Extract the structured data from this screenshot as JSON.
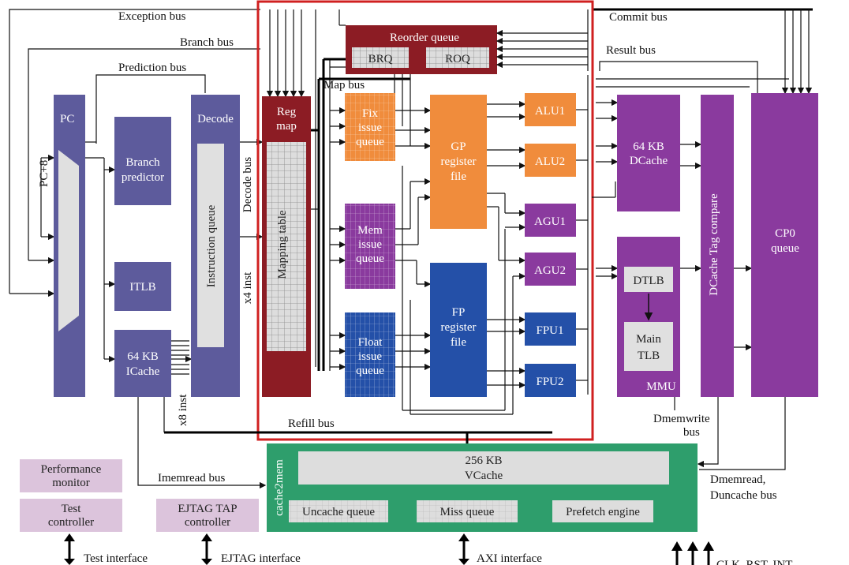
{
  "labels": {
    "exception_bus": "Exception bus",
    "branch_bus": "Branch bus",
    "prediction_bus": "Prediction bus",
    "commit_bus": "Commit bus",
    "result_bus": "Result bus",
    "map_bus": "Map bus",
    "decode_bus": "Decode bus",
    "x4_inst": "x4 inst",
    "x8_inst": "x8 inst",
    "pc_plus_8": "PC+8",
    "refill_bus": "Refill bus",
    "imemread_bus": "Imemread bus",
    "dmemwrite_bus": "Dmemwrite",
    "dmemwrite_bus2": "bus",
    "dmemread": "Dmemread,",
    "duncache_bus": "Duncache bus"
  },
  "blocks": {
    "pc": "PC",
    "branch_predictor_1": "Branch",
    "branch_predictor_2": "predictor",
    "itlb": "ITLB",
    "icache_1": "64 KB",
    "icache_2": "ICache",
    "decode": "Decode",
    "instruction_queue": "Instruction queue",
    "reg_map_1": "Reg",
    "reg_map_2": "map",
    "mapping_table": "Mapping table",
    "reorder_queue": "Reorder queue",
    "brq": "BRQ",
    "roq": "ROQ",
    "fix_issue_1": "Fix",
    "fix_issue_2": "issue",
    "fix_issue_3": "queue",
    "mem_issue_1": "Mem",
    "mem_issue_2": "issue",
    "mem_issue_3": "queue",
    "float_issue_1": "Float",
    "float_issue_2": "issue",
    "float_issue_3": "queue",
    "gp_reg_1": "GP",
    "gp_reg_2": "register",
    "gp_reg_3": "file",
    "fp_reg_1": "FP",
    "fp_reg_2": "register",
    "fp_reg_3": "file",
    "alu1": "ALU1",
    "alu2": "ALU2",
    "agu1": "AGU1",
    "agu2": "AGU2",
    "fpu1": "FPU1",
    "fpu2": "FPU2",
    "dcache_1": "64 KB",
    "dcache_2": "DCache",
    "dtlb": "DTLB",
    "main_tlb_1": "Main",
    "main_tlb_2": "TLB",
    "mmu": "MMU",
    "dcache_tag": "DCache Tag compare",
    "cp0_1": "CP0",
    "cp0_2": "queue",
    "vcache_1": "256 KB",
    "vcache_2": "VCache",
    "cache2mem": "cache2mem",
    "uncache_queue": "Uncache queue",
    "miss_queue": "Miss queue",
    "prefetch_engine": "Prefetch engine",
    "perf_monitor_1": "Performance",
    "perf_monitor_2": "monitor",
    "test_ctrl_1": "Test",
    "test_ctrl_2": "controller",
    "ejtag_1": "EJTAG TAP",
    "ejtag_2": "controller"
  },
  "interfaces": {
    "test": "Test interface",
    "ejtag": "EJTAG interface",
    "axi": "AXI interface",
    "clk": "CLK, RST, INT"
  },
  "colors": {
    "navy_block": "#5d5b9c",
    "purple_block": "#8a3a9e",
    "orange_block": "#f08c3c",
    "blue_block": "#2450a8",
    "maroon_block": "#8c1c24",
    "green_block": "#2e9e6c",
    "pink_block": "#dcc4dc",
    "red_outline": "#d02020"
  }
}
